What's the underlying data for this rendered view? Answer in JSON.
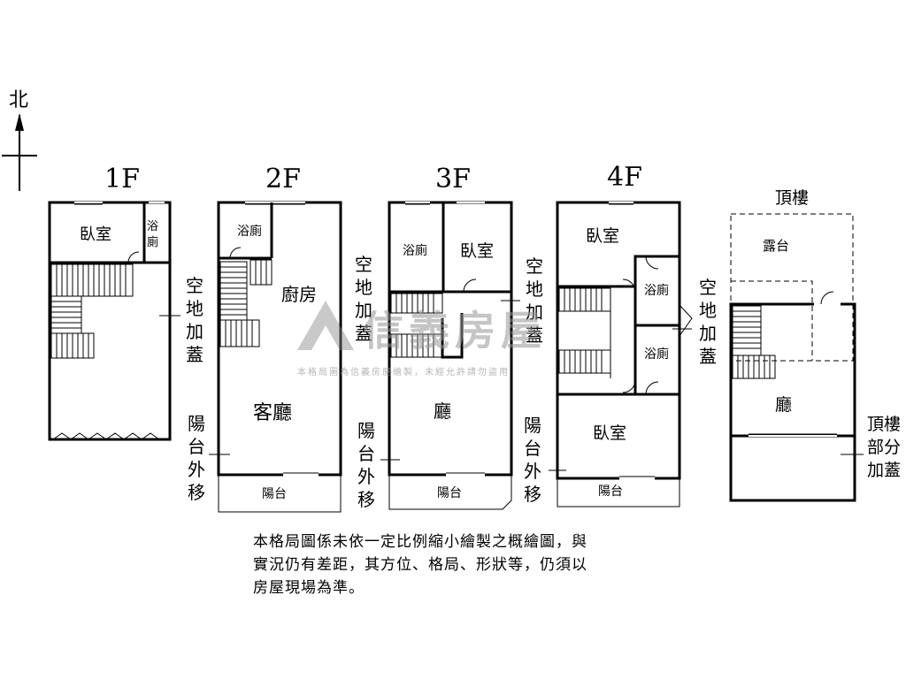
{
  "compass": {
    "label": "北"
  },
  "floors": {
    "f1": {
      "title": "1F",
      "rooms": {
        "bedroom": "臥室",
        "bath": "浴廁"
      }
    },
    "f2": {
      "title": "2F",
      "rooms": {
        "bath": "浴廁",
        "kitchen": "廚房",
        "living": "客廳",
        "balcony": "陽台"
      }
    },
    "f3": {
      "title": "3F",
      "rooms": {
        "bath": "浴廁",
        "bedroom": "臥室",
        "hall": "廳",
        "balcony": "陽台"
      }
    },
    "f4": {
      "title": "4F",
      "rooms": {
        "bedroom_top": "臥室",
        "bath_1": "浴廁",
        "bath_2": "浴廁",
        "bedroom_bottom": "臥室",
        "balcony": "陽台"
      }
    },
    "roof": {
      "title": "頂樓",
      "rooms": {
        "terrace": "露台",
        "hall": "廳"
      }
    }
  },
  "annotations": {
    "f1_side": [
      "空",
      "地",
      "加",
      "蓋"
    ],
    "f2_side": [
      "陽",
      "台",
      "外",
      "移"
    ],
    "f3_side_top": [
      "空",
      "地",
      "加",
      "蓋"
    ],
    "f3_side_bottom": [
      "陽",
      "台",
      "外",
      "移"
    ],
    "f4_side_top": [
      "空",
      "地",
      "加",
      "蓋"
    ],
    "f4_side_bottom": [
      "陽",
      "台",
      "外",
      "移"
    ],
    "roof_side_top": [
      "空",
      "地",
      "加",
      "蓋"
    ],
    "roof_side_bottom": [
      "頂樓",
      "部分",
      "加蓋"
    ]
  },
  "watermark": {
    "brand": "信義房屋",
    "sub": "本格局圖為信義房屋繪製，未經允許請勿盜用"
  },
  "note": {
    "lines": [
      "本格局圖係未依一定比例縮小繪製之概繪圖，與",
      "實況仍有差距，其方位、格局、形狀等，仍須以",
      "房屋現場為準。"
    ]
  }
}
